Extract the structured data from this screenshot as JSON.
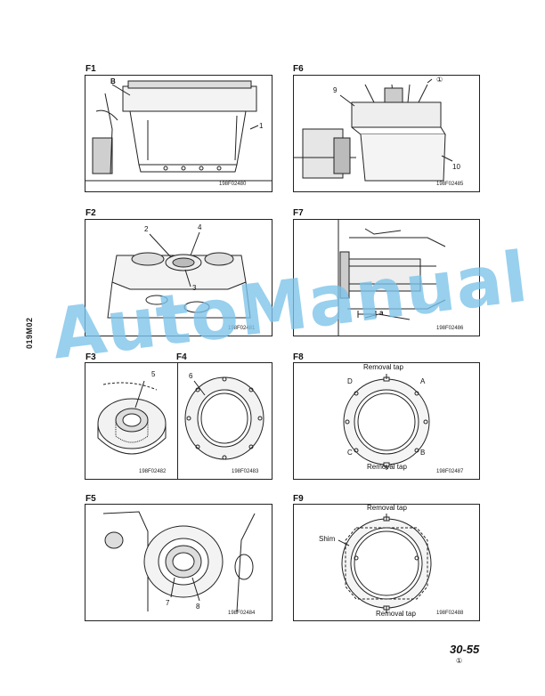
{
  "page": {
    "number": "30-55",
    "revision_mark": "①",
    "side_code": "019M02"
  },
  "watermark": {
    "text": "AutoManual",
    "color": "#7cc3ea"
  },
  "figures": [
    {
      "id": "F1",
      "code": "198F02480",
      "callouts": [
        "B",
        "1"
      ]
    },
    {
      "id": "F6",
      "code": "198F02485",
      "callouts": [
        "9",
        "①",
        "10"
      ]
    },
    {
      "id": "F2",
      "code": "198F02481",
      "callouts": [
        "2",
        "4",
        "3"
      ]
    },
    {
      "id": "F7",
      "code": "198F02486",
      "callouts": [
        "a"
      ]
    },
    {
      "id": "F3",
      "code": "198F02482",
      "callouts": [
        "5"
      ]
    },
    {
      "id": "F4",
      "code": "198F02483",
      "callouts": [
        "6"
      ]
    },
    {
      "id": "F8",
      "code": "198F02487",
      "callouts": [
        "Removal tap",
        "D",
        "A",
        "C",
        "B",
        "Removal tap"
      ]
    },
    {
      "id": "F5",
      "code": "198F02484",
      "callouts": [
        "7",
        "8"
      ]
    },
    {
      "id": "F9",
      "code": "198F02488",
      "callouts": [
        "Removal tap",
        "Shim",
        "Removal tap"
      ]
    }
  ]
}
